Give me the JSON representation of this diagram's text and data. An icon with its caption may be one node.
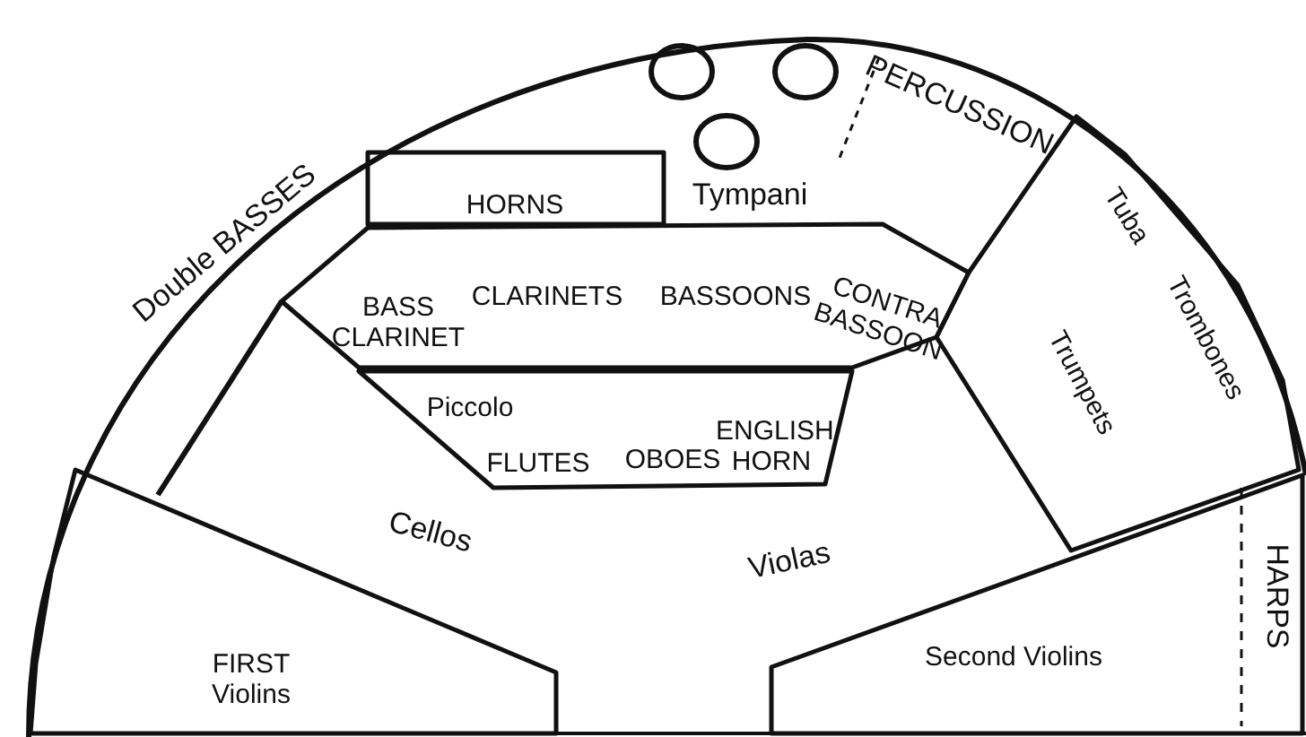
{
  "diagram": {
    "nodes": [
      {
        "text": [],
        "shape": "circle"
      },
      {
        "text": [],
        "shape": "circle"
      },
      {
        "text": [],
        "shape": "circle"
      },
      {
        "text": [
          "HORNS"
        ]
      },
      {
        "text": [
          "BASS CLARINET",
          "CLARINETS",
          "BASSOONS",
          "CONTRA BASSOON"
        ]
      },
      {
        "text": [
          "Piccolo",
          "FLUTES",
          "OBOES",
          "ENGLISH HORN"
        ]
      },
      {
        "text": [
          "Tuba",
          "Trombones",
          "Trumpets"
        ]
      },
      {
        "text": [
          "FIRST Violins"
        ]
      },
      {
        "text": [
          "Second Violins"
        ]
      }
    ],
    "labels": [
      "Double BASSES",
      "Tympani",
      "PERCUSSION",
      "Cellos",
      "Violas",
      "HARPS"
    ]
  }
}
